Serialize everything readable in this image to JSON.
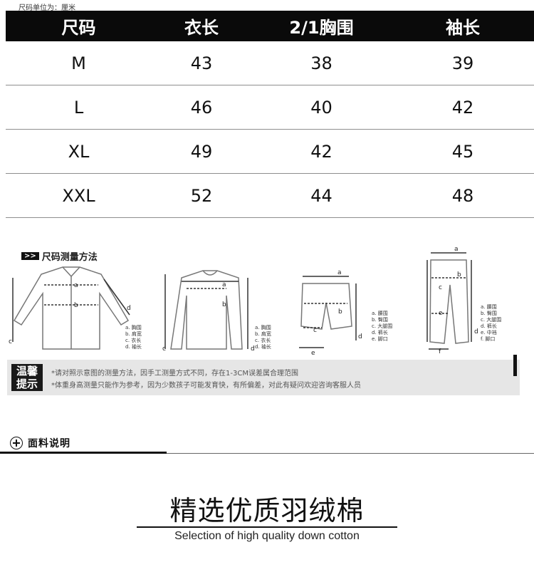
{
  "unit_note": "尺码单位为：厘米",
  "table": {
    "headers": [
      "尺码",
      "衣长",
      "2/1胸围",
      "袖长"
    ],
    "rows": [
      [
        "M",
        "43",
        "38",
        "39"
      ],
      [
        "L",
        "46",
        "40",
        "42"
      ],
      [
        "XL",
        "49",
        "42",
        "45"
      ],
      [
        "XXL",
        "52",
        "44",
        "48"
      ]
    ]
  },
  "measure": {
    "tag": ">>",
    "title": "尺码测量方法",
    "legend_shirt": [
      "a. 胸围",
      "b. 肩宽",
      "c. 衣长",
      "d. 袖长"
    ],
    "legend_shorts": [
      "a. 腰围",
      "b. 臀围",
      "c. 大腿围",
      "d. 裤长",
      "e. 脚口"
    ],
    "legend_pants": [
      "a. 腰围",
      "b. 臀围",
      "c. 大腿围",
      "d. 裤长",
      "e. 中裆",
      "f. 脚口"
    ]
  },
  "tips": {
    "badge_line1": "温馨",
    "badge_line2": "提示",
    "line1": "*请对照示意图的测量方法，因手工测量方式不同，存在1-3CM误差属合理范围",
    "line2": "*体重身高测量只能作为参考，因为少数孩子可能发育快，有所偏差，对此有疑问欢迎咨询客服人员"
  },
  "fabric": {
    "label": "面料说明"
  },
  "headline": "精选优质羽绒棉",
  "subline": "Selection of high quality down cotton"
}
